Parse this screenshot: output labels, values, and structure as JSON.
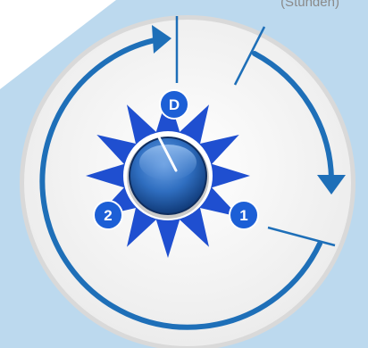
{
  "unit_label": "(Stunden)",
  "markers": {
    "top": "D",
    "right": "1",
    "left": "2"
  },
  "colors": {
    "background_panel": "#bcd9ee",
    "ring": "#1e6fb8",
    "star": "#1f4fd0",
    "knob": "#2f6ec0",
    "marker": "#1c5fd6"
  }
}
